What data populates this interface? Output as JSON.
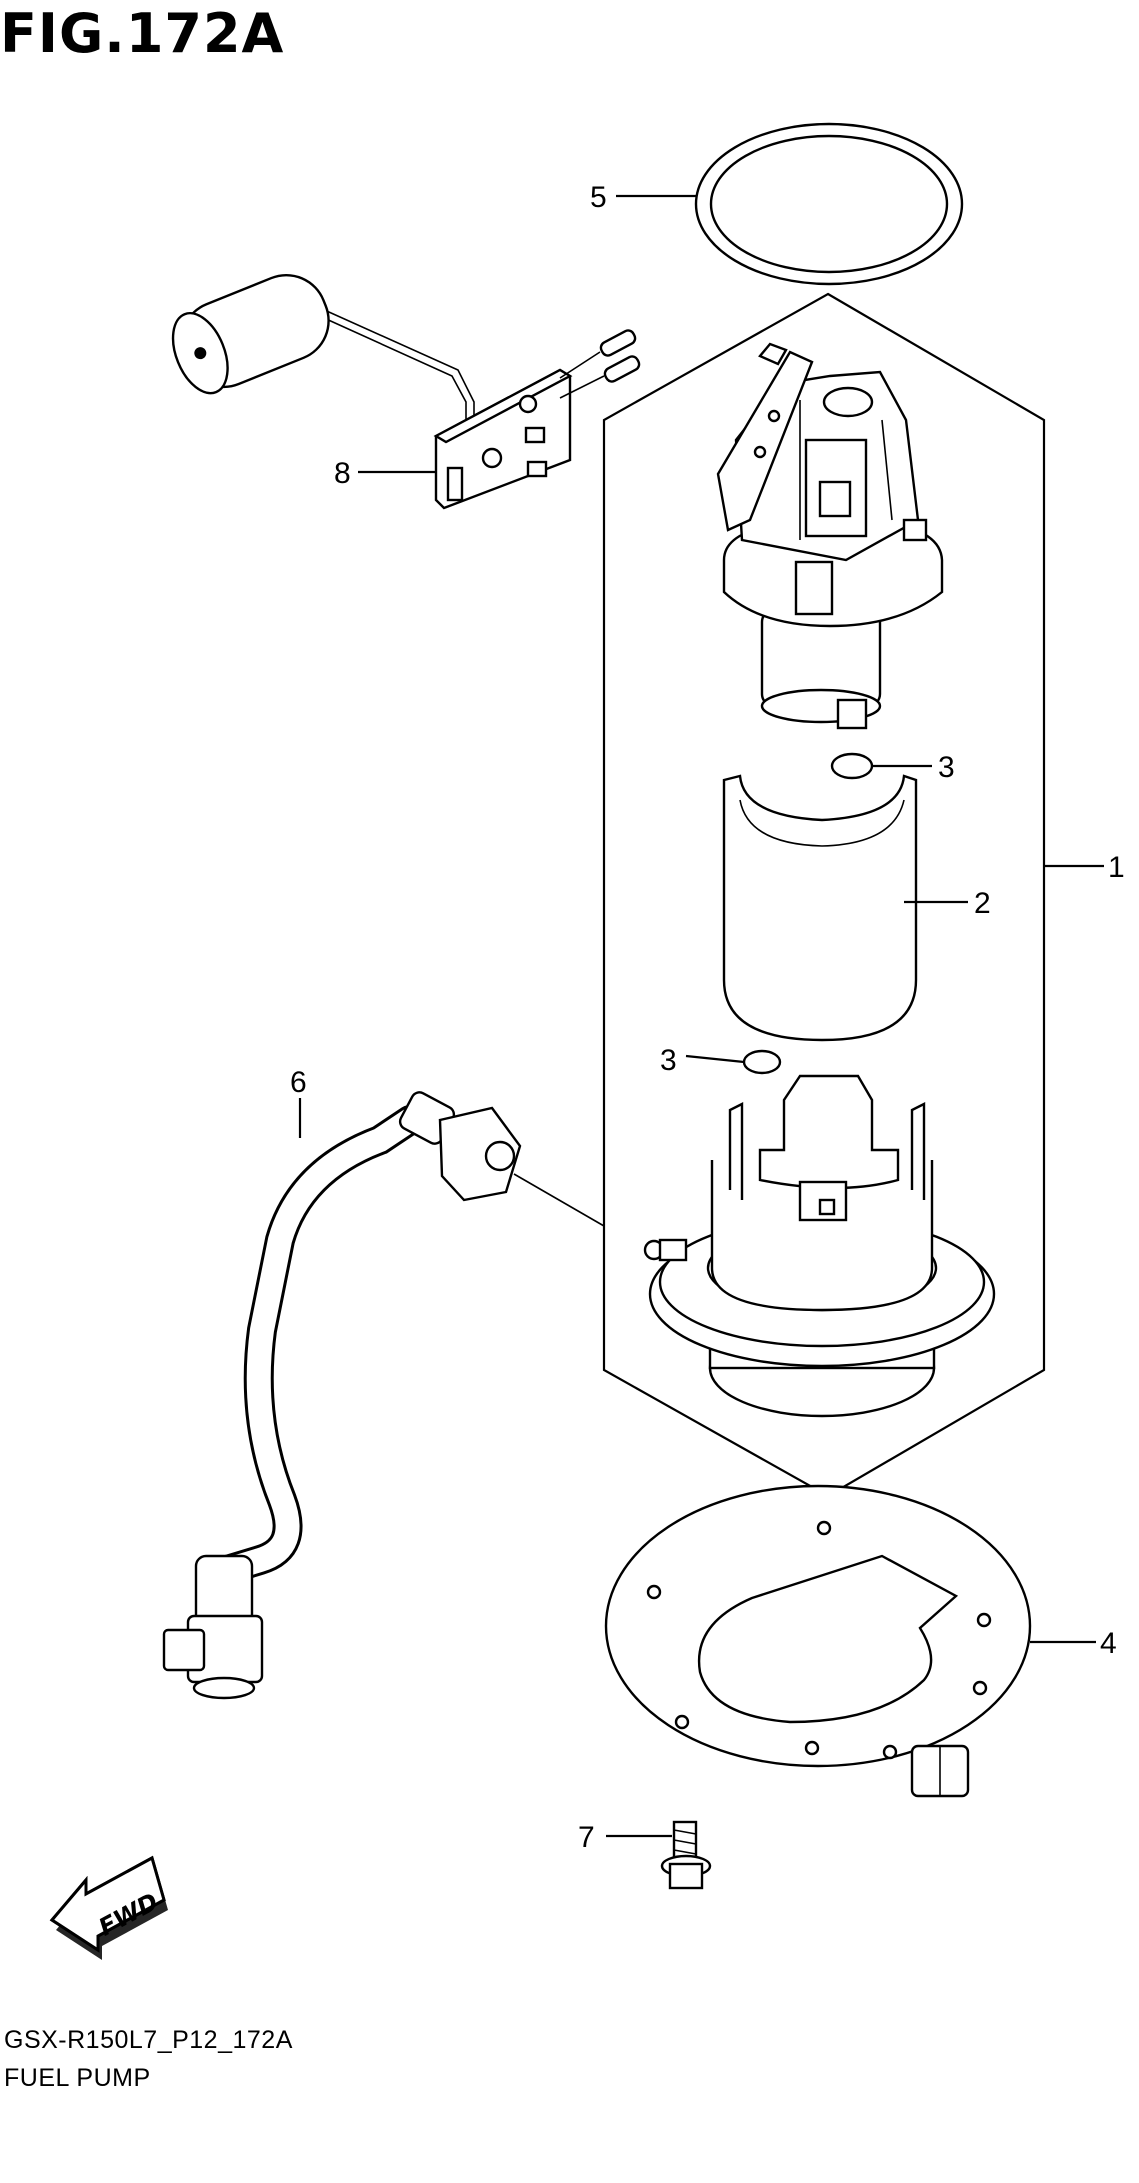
{
  "figure": {
    "title": "FIG.172A"
  },
  "footer": {
    "code": "GSX-R150L7_P12_172A",
    "name": "FUEL PUMP"
  },
  "fwd": {
    "label": "FWD"
  },
  "callouts": {
    "c1": "1",
    "c2": "2",
    "c3a": "3",
    "c3b": "3",
    "c4": "4",
    "c5": "5",
    "c6": "6",
    "c7": "7",
    "c8": "8"
  }
}
